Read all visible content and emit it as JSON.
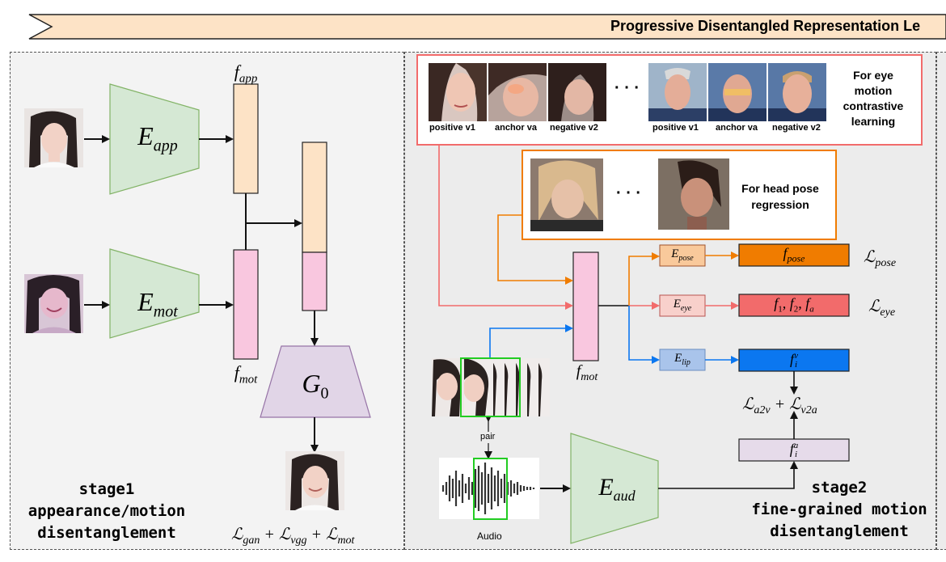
{
  "banner": {
    "title": "Progressive Disentangled Representation Le"
  },
  "stage1": {
    "encoders": {
      "app": "E_app",
      "mot": "E_mot",
      "gen": "G_0"
    },
    "features": {
      "app": "f_app",
      "mot": "f_mot"
    },
    "title_line1": "stage1",
    "title_line2": "appearance/motion",
    "title_line3": "disentanglement",
    "loss": "ℒ_gan + ℒ_vgg + ℒ_mot"
  },
  "stage2": {
    "eye_panel": {
      "labels": [
        "positive v1",
        "anchor va",
        "negative v2",
        "positive v1",
        "anchor va",
        "negative v2"
      ],
      "ellipsis": "· · ·",
      "caption": [
        "For eye",
        "motion",
        "contrastive",
        "learning"
      ]
    },
    "head_panel": {
      "ellipsis": "· · ·",
      "caption": [
        "For head pose",
        "regression"
      ]
    },
    "encoders": {
      "pose": "E_pose",
      "eye": "E_eye",
      "lip": "E_lip",
      "aud": "E_aud"
    },
    "features": {
      "mot": "f_mot",
      "pose": "f_pose",
      "eye": "f1, f2, fa",
      "lip": "f_i^v",
      "aud": "f_i^a"
    },
    "losses": {
      "pose": "ℒ_pose",
      "eye": "ℒ_eye",
      "sync": "ℒ_a2v + ℒ_v2a"
    },
    "pair_label": "pair",
    "audio_label": "Audio",
    "title_line1": "stage2",
    "title_line2": "fine-grained motion",
    "title_line3": "disentanglement"
  },
  "colors": {
    "app_feature": "#fde3c6",
    "mot_feature": "#f9c7df",
    "encoder_green": "#d5e8d4",
    "generator_purple": "#e1d5e7",
    "pose": "#f07c00",
    "eye": "#f26b6b",
    "lip": "#0b77f0",
    "aud_feature": "#e6dbea",
    "banner": "#fde3c6"
  }
}
